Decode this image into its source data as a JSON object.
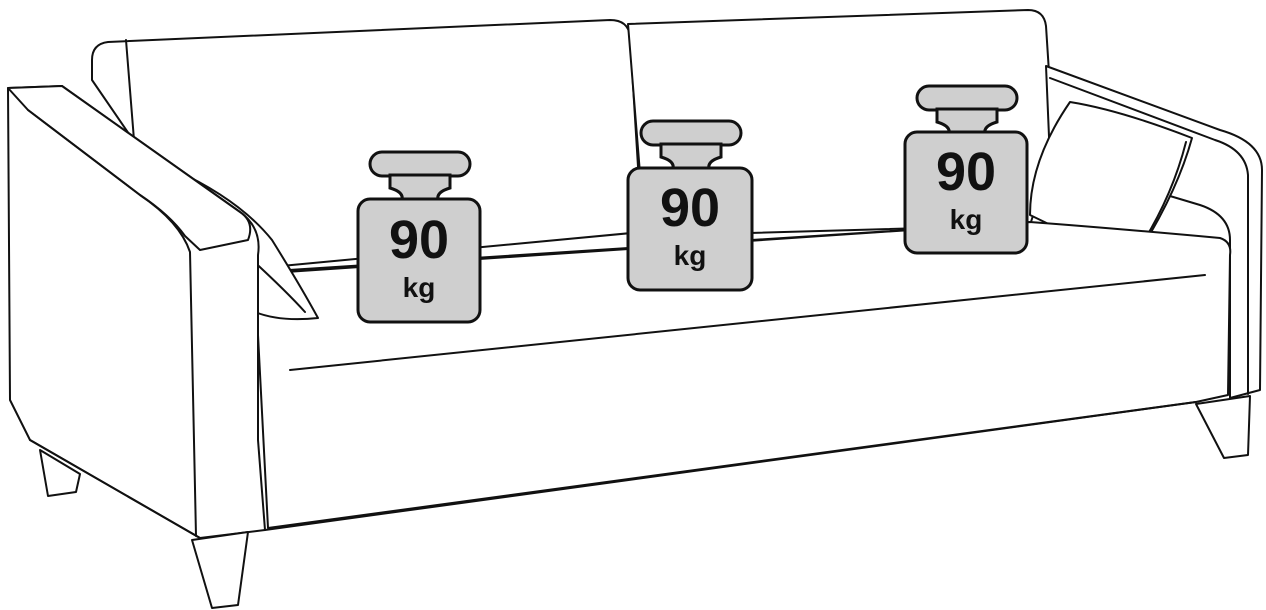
{
  "weights": [
    {
      "value": "90",
      "unit": "kg"
    },
    {
      "value": "90",
      "unit": "kg"
    },
    {
      "value": "90",
      "unit": "kg"
    }
  ],
  "colors": {
    "weight_fill": "#cfcfcf",
    "outline": "#111111",
    "background": "#ffffff"
  }
}
